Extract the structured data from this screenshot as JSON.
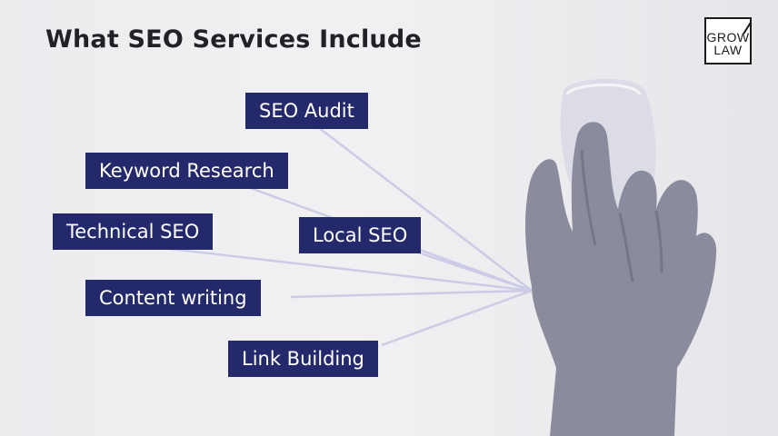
{
  "title": "What SEO Services Include",
  "logo": {
    "line1": "GROW",
    "line2": "LAW"
  },
  "services": [
    "SEO Audit",
    "Keyword Research",
    "Technical SEO",
    "Local SEO",
    "Content writing",
    "Link Building"
  ],
  "colors": {
    "tag_background": "#24296b",
    "tag_text": "#ffffff",
    "title": "#222226",
    "connector_lines": "#c9c8e4",
    "hand": "#8b8b9e",
    "mouse": "#dcdce6"
  },
  "icons": {
    "illustration": "hand-on-mouse-icon"
  }
}
